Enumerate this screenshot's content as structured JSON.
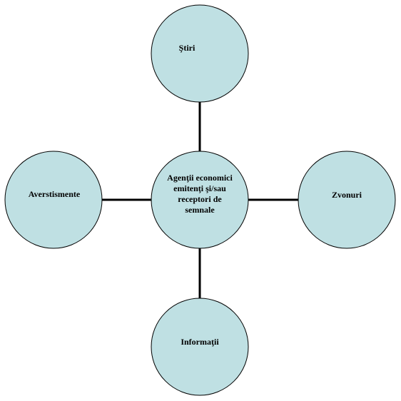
{
  "diagram": {
    "fill_color": "#bfe0e3",
    "stroke_color": "#000000",
    "center": {
      "label": "Agenţii economici emitenţi şi/sau receptori de semnale"
    },
    "top": {
      "label": "Ştiri"
    },
    "left": {
      "label": "Averstismente"
    },
    "right": {
      "label": "Zvonuri"
    },
    "bottom": {
      "label": "Informaţii"
    }
  }
}
